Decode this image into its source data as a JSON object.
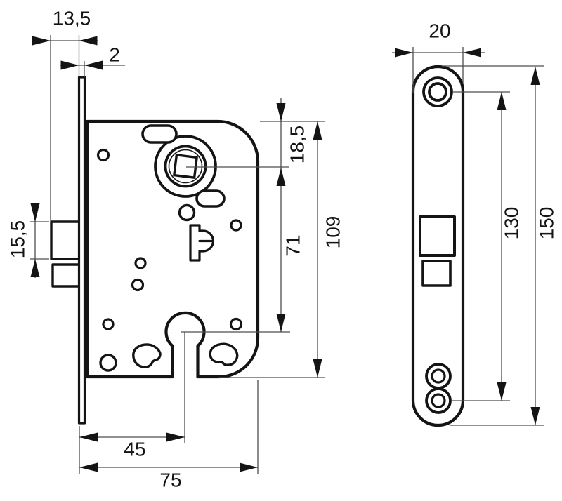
{
  "drawing": {
    "subject": "Mortise door lock dimensional drawing",
    "views": {
      "side": {
        "name": "lock case side view",
        "dims": {
          "bolt_projection": "13,5",
          "plate_thickness": "2",
          "latch_height": "15,5",
          "top_to_spindle": "18,5",
          "spindle_to_keyhole": "71",
          "case_height": "109",
          "backset": "45",
          "case_depth": "75"
        }
      },
      "front": {
        "name": "faceplate front view",
        "dims": {
          "plate_width": "20",
          "screw_spacing": "130",
          "plate_length": "150"
        }
      }
    },
    "colors": {
      "outline": "#141414",
      "dim_line": "#4d4d4d",
      "background": "#ffffff"
    }
  }
}
